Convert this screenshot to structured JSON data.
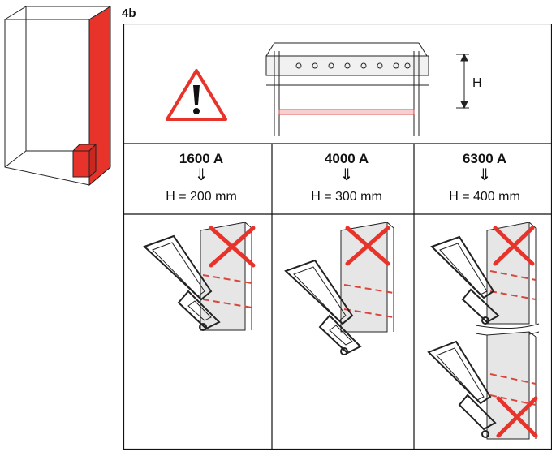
{
  "figure": {
    "label": "4b"
  },
  "header": {
    "height_label": "H"
  },
  "columns": [
    {
      "current": "1600 A",
      "arrow": "⇓",
      "height": "H = 200 mm"
    },
    {
      "current": "4000 A",
      "arrow": "⇓",
      "height": "H = 300 mm"
    },
    {
      "current": "6300 A",
      "arrow": "⇓",
      "height": "H = 400 mm"
    }
  ],
  "colors": {
    "accent_red": "#e8332b",
    "cut_line": "#d9463c",
    "plate_grey": "#e6e6e6",
    "bar_pink": "#f6d0d0"
  },
  "icons": [
    "warning-icon",
    "hacksaw-icon",
    "cross-mark-icon",
    "cabinet-icon"
  ]
}
